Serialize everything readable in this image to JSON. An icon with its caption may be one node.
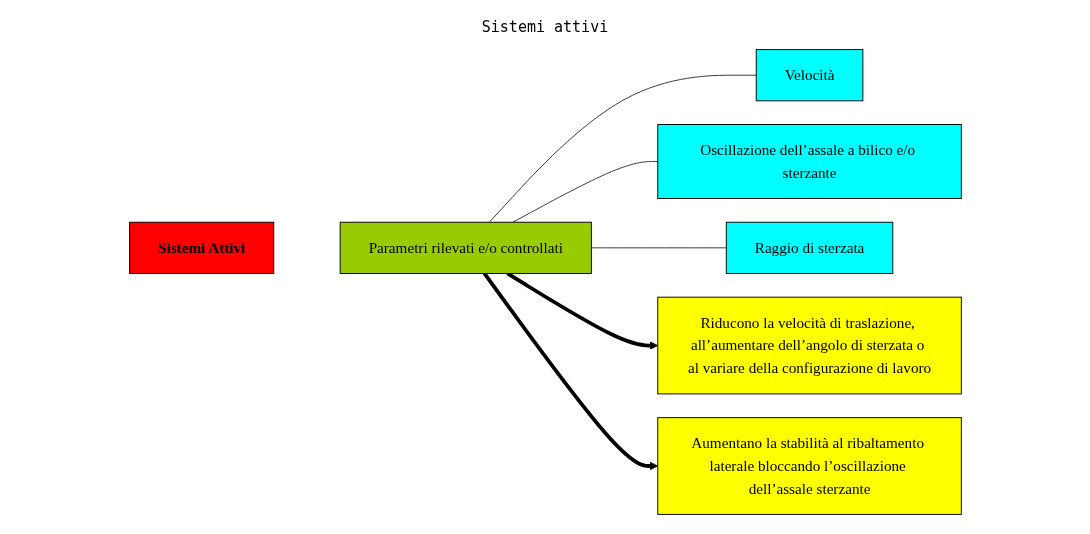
{
  "diagram": {
    "title": "Sistemi attivi",
    "nodes": [
      {
        "text": [
          "Sistemi Attivi"
        ]
      },
      {
        "text": [
          "Parametri rilevati e/o controllati"
        ]
      },
      {
        "text": [
          "Velocità"
        ]
      },
      {
        "text": [
          "Oscillazione dell’assale a bilico e/o sterzante"
        ]
      },
      {
        "text": [
          "Raggio di sterzata"
        ]
      },
      {
        "text": [
          "Riducono la velocità di traslazione, all’aumentare dell’angolo di sterzata o al variare della configurazione di lavoro"
        ]
      },
      {
        "text": [
          "Aumentano la stabilità al ribaltamento laterale bloccando l’oscillazione dell’assale sterzante"
        ]
      }
    ],
    "edges": [
      {
        "from": 1,
        "to": 2,
        "arrow": "none"
      },
      {
        "from": 1,
        "to": 3,
        "arrow": "none"
      },
      {
        "from": 1,
        "to": 4,
        "arrow": "none"
      },
      {
        "from": 1,
        "to": 5,
        "arrow": "to",
        "style": "thick",
        "color": "#000000"
      },
      {
        "from": 1,
        "to": 6,
        "arrow": "to",
        "style": "thick",
        "color": "#000000"
      }
    ]
  }
}
